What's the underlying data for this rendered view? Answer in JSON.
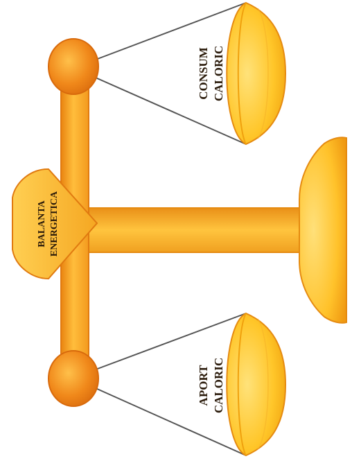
{
  "diagram": {
    "center_label": [
      "BALANTA",
      "ENERGETICA"
    ],
    "top_pan_label": [
      "CONSUM",
      "CALORIC"
    ],
    "bottom_pan_label": [
      "APORT",
      "CALORIC"
    ]
  },
  "colors": {
    "beam_orange": "#f39a1e",
    "beam_light": "#ffc13a",
    "pan_yellow": "#ffc629",
    "pan_light": "#ffe58a",
    "pan_dark": "#f0a10e",
    "outline": "#e07a10",
    "string": "#555555",
    "text": "#2a1a0a"
  }
}
